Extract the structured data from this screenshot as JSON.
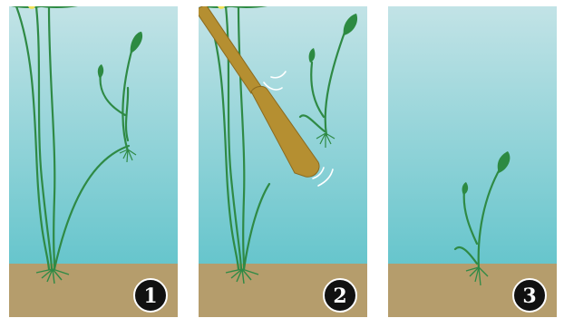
{
  "colors": {
    "water_top": "#c2e3e6",
    "water_bottom": "#66c5cc",
    "sediment": "#b59d6c",
    "stem": "#2f8a45",
    "leaf": "#2d8a42",
    "flower": "#f2e25a",
    "paddle": "#b58f31",
    "paddle_edge": "#8a6a1f",
    "badge_fill": "#111111",
    "badge_text": "#ffffff"
  },
  "panels": [
    {
      "step": "1",
      "icon": "intact-plants"
    },
    {
      "step": "2",
      "icon": "paddle-breaking-stem"
    },
    {
      "step": "3",
      "icon": "fragment-rooting"
    }
  ]
}
